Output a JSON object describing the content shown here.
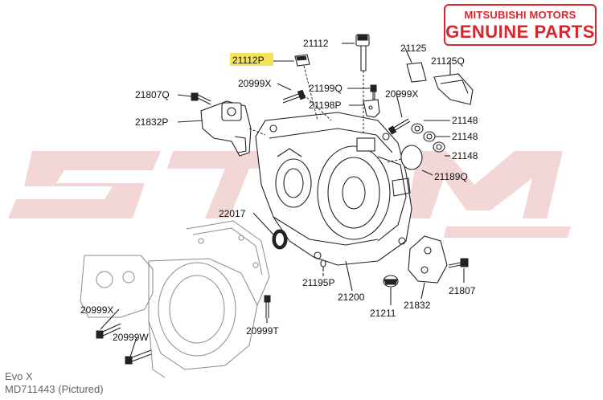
{
  "brand": {
    "line1": "MITSUBISHI MOTORS",
    "line2": "GENUINE PARTS",
    "color": "#d9262c"
  },
  "caption": {
    "model": "Evo X",
    "part_number": "MD711443  (Pictured)"
  },
  "highlight_color": "#f5e15a",
  "callouts": [
    {
      "id": "c-21112",
      "text": "21112"
    },
    {
      "id": "c-21112p",
      "text": "21112P",
      "highlighted": true
    },
    {
      "id": "c-20999x-top",
      "text": "20999X"
    },
    {
      "id": "c-21199q",
      "text": "21199Q"
    },
    {
      "id": "c-21198p",
      "text": "21198P"
    },
    {
      "id": "c-21125",
      "text": "21125"
    },
    {
      "id": "c-21125q",
      "text": "21125Q"
    },
    {
      "id": "c-20999x-right",
      "text": "20999X"
    },
    {
      "id": "c-21148-a",
      "text": "21148"
    },
    {
      "id": "c-21148-b",
      "text": "21148"
    },
    {
      "id": "c-21148-c",
      "text": "21148"
    },
    {
      "id": "c-21189q",
      "text": "21189Q"
    },
    {
      "id": "c-21807q",
      "text": "21807Q"
    },
    {
      "id": "c-21832p",
      "text": "21832P"
    },
    {
      "id": "c-22017",
      "text": "22017"
    },
    {
      "id": "c-21195p",
      "text": "21195P"
    },
    {
      "id": "c-21200",
      "text": "21200"
    },
    {
      "id": "c-21832",
      "text": "21832"
    },
    {
      "id": "c-21807",
      "text": "21807"
    },
    {
      "id": "c-21211",
      "text": "21211"
    },
    {
      "id": "c-20999x-left",
      "text": "20999X"
    },
    {
      "id": "c-20999w",
      "text": "20999W"
    },
    {
      "id": "c-20999t",
      "text": "20999T"
    }
  ]
}
